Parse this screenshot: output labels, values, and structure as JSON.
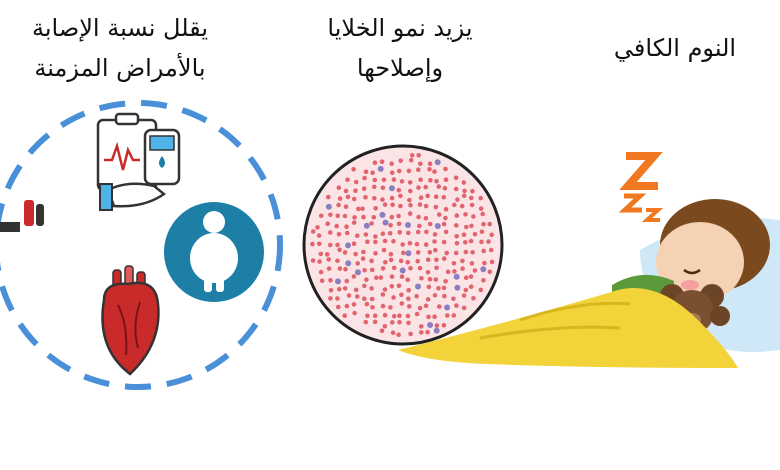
{
  "captions": {
    "sleep": "النوم الكافي",
    "cells_line1": "يزيد نمو الخلايا",
    "cells_line2": "وإصلاحها",
    "disease_line1": "يقلل نسبة الإصابة",
    "disease_line2": "بالأمراض المزمنة"
  },
  "icons": [
    "sleeping-child-icon",
    "zzz-icon",
    "teddy-bear-icon",
    "blood-cells-icon",
    "glucose-meter-icon",
    "obesity-icon",
    "heart-icon",
    "blood-pressure-icon"
  ],
  "colors": {
    "dashed_circle": "#4a90d9",
    "obesity_circle": "#1d7fa6",
    "blanket": "#f2d33a",
    "zzz": "#f07820",
    "cell_disc": "#fbe4e6",
    "cell_dot": "#e2646e",
    "heart": "#c92a2a"
  }
}
